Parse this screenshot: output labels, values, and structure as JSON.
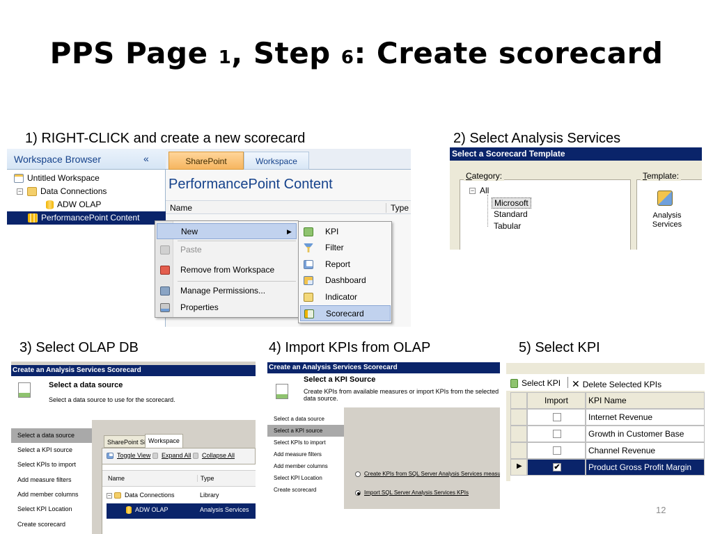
{
  "slide": {
    "title_a": "PPS Page",
    "title_b": "1",
    "title_c": ", Step",
    "title_d": "6",
    "title_e": ": Create scorecard",
    "page_number": "12"
  },
  "captions": {
    "step1": "1) RIGHT-CLICK and create a new scorecard",
    "step2": "2) Select Analysis Services",
    "step3": "3) Select OLAP DB",
    "step4": "4) Import KPIs from OLAP",
    "step5": "5) Select KPI"
  },
  "panel1": {
    "workspace_browser": {
      "title": "Workspace Browser",
      "collapse_glyph": "«",
      "items": [
        "Untitled Workspace",
        "Data Connections",
        "ADW OLAP",
        "PerformancePoint Content"
      ]
    },
    "tabs": [
      "SharePoint",
      "Workspace"
    ],
    "content_title": "PerformancePoint Content",
    "columns": [
      "Name",
      "Type"
    ],
    "context_menu": [
      "New",
      "Paste",
      "Remove from Workspace",
      "Manage Permissions...",
      "Properties"
    ],
    "submenu": [
      "KPI",
      "Filter",
      "Report",
      "Dashboard",
      "Indicator",
      "Scorecard"
    ]
  },
  "panel2": {
    "window_title": "Select a Scorecard Template",
    "category_label_u": "C",
    "category_label_rest": "ategory:",
    "template_label_u": "T",
    "template_label_rest": "emplate:",
    "tree": [
      "All",
      "Microsoft",
      "Standard",
      "Tabular"
    ],
    "template_item": "Analysis Services"
  },
  "panel3": {
    "window_title": "Create an Analysis Services Scorecard",
    "heading": "Select a data source",
    "subtitle": "Select a data source to use for the scorecard.",
    "nav": [
      "Select a data source",
      "Select a KPI source",
      "Select KPIs to import",
      "Add measure filters",
      "Add member columns",
      "Select KPI Location",
      "Create scorecard"
    ],
    "tabs": [
      "SharePoint Site",
      "Workspace"
    ],
    "toolbar": [
      "Toggle View",
      "Expand All",
      "Collapse All"
    ],
    "columns": [
      "Name",
      "Type"
    ],
    "rows": [
      {
        "name": "Data Connections",
        "type": "Library"
      },
      {
        "name": "ADW OLAP",
        "type": "Analysis Services"
      }
    ]
  },
  "panel4": {
    "window_title": "Create an Analysis Services Scorecard",
    "heading": "Select a KPI Source",
    "subtitle": "Create KPIs from available measures or import KPIs from the selected data source.",
    "nav": [
      "Select a data source",
      "Select a KPI source",
      "Select KPIs to import",
      "Add measure filters",
      "Add member columns",
      "Select KPI Location",
      "Create scorecard"
    ],
    "option1": "Create KPIs from SQL Server Analysis Services measures",
    "option2": "Import SQL Server Analysis Services KPIs"
  },
  "panel5": {
    "toolbar": [
      "Select KPI",
      "Delete Selected KPIs"
    ],
    "columns": [
      "Import",
      "KPI Name"
    ],
    "rows": [
      {
        "name": "Internet Revenue",
        "checked": false
      },
      {
        "name": "Growth in Customer Base",
        "checked": false
      },
      {
        "name": "Channel Revenue",
        "checked": false
      },
      {
        "name": "Product Gross Profit Margin",
        "checked": true
      }
    ],
    "check_glyph": "✔",
    "row_pointer": "▶"
  }
}
